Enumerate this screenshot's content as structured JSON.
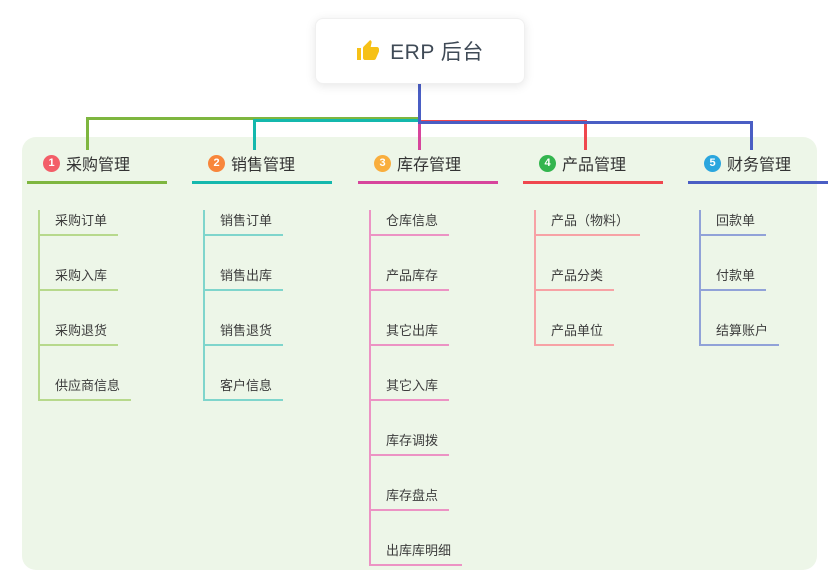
{
  "root": {
    "label": "ERP 后台",
    "icon": "thumbs-up-icon",
    "icon_color": "#f6c117",
    "connector_color": "#4a5ec4"
  },
  "panel": {
    "background": "#edf6e8"
  },
  "branches": [
    {
      "index": "1",
      "label": "采购管理",
      "badge_color": "#f35e68",
      "line_color": "#7eb63f",
      "child_line_color": "#b7d98c",
      "children": [
        "采购订单",
        "采购入库",
        "采购退货",
        "供应商信息"
      ]
    },
    {
      "index": "2",
      "label": "销售管理",
      "badge_color": "#f8863b",
      "line_color": "#14b8ad",
      "child_line_color": "#7fd5cc",
      "children": [
        "销售订单",
        "销售出库",
        "销售退货",
        "客户信息"
      ]
    },
    {
      "index": "3",
      "label": "库存管理",
      "badge_color": "#f9ae3d",
      "line_color": "#d7459c",
      "child_line_color": "#ec93c4",
      "children": [
        "仓库信息",
        "产品库存",
        "其它出库",
        "其它入库",
        "库存调拨",
        "库存盘点",
        "出库库明细"
      ]
    },
    {
      "index": "4",
      "label": "产品管理",
      "badge_color": "#33b54e",
      "line_color": "#ef474e",
      "child_line_color": "#f7a2a5",
      "children": [
        "产品（物料）",
        "产品分类",
        "产品单位"
      ]
    },
    {
      "index": "5",
      "label": "财务管理",
      "badge_color": "#2ba6de",
      "line_color": "#4a5ec4",
      "child_line_color": "#91a2d8",
      "children": [
        "回款单",
        "付款单",
        "结算账户"
      ]
    }
  ]
}
